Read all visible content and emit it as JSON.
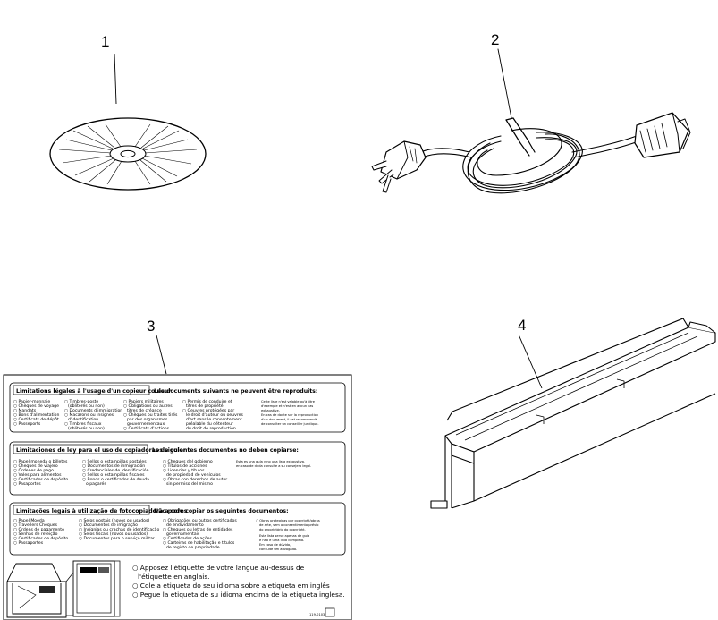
{
  "callouts": {
    "cd": "1",
    "power_cord": "2",
    "label_sheet": "3",
    "bracket": "4"
  },
  "label_sheet": {
    "section_fr": {
      "title": "Limitations légales à l'usage d'un copieur couleur",
      "subtitle": "Les documents suivants ne peuvent être reproduits:",
      "col1": [
        "○ Papier-monnaie",
        "○ Chèques de voyage",
        "○ Mandats",
        "○ Bons d'alimentation",
        "○ Certificats de dépôt",
        "○ Passeports"
      ],
      "col2": [
        "○ Timbres-poste",
        "(oblitérés ou non)",
        "○ Documents d'immigration",
        "○ Macarons ou insignes",
        "d'identification",
        "○ Timbres fiscaux",
        "(oblitérés ou non)"
      ],
      "col3": [
        "○ Papiers militaires",
        "○ Obligations ou autres",
        "titres de créance",
        "○ Chèques ou traites tirés",
        "par des organismes",
        "gouvernementaux",
        "○ Certificats d'actions"
      ],
      "col4": [
        "○ Permis de conduire et",
        "titres de propriété",
        "○ Oeuvres protégées par",
        "le droit d'auteur ou oeuvres",
        "d'art sans le consentement",
        "préalable du détenteur",
        "du droit de reproduction"
      ],
      "col5": [
        "Cette liste n'est valable qu'à titre",
        "d'exemple et n'est en aucun cas",
        "exhaustive.",
        "En cas de doute sur la reproduction",
        "d'un document, il est recommandé",
        "de consulter un conseiller juridique."
      ]
    },
    "section_es": {
      "title": "Limitaciones de ley para el uso de copiadoras de color",
      "subtitle": "Los siguientes documentos no deben copiarse:",
      "col1": [
        "○ Papel moneda o billetes",
        "○ Cheques de viajero",
        "○ Órdenes de pago",
        "○ Vales para alimentos",
        "○ Certificados de depósito",
        "○ Pasaportes"
      ],
      "col2": [
        "○ Sellos o estampillas postales",
        "○ Documentos de inmigración",
        "○ Credenciales de identificación",
        "○ Sellos o estampillas fiscales",
        "○ Bonos o certificados de deuda",
        "o pagarés"
      ],
      "col3": [
        "○ Cheques del gobierno",
        "○ Títulos de acciones",
        "○ Licencias y títulos",
        "de propiedad de vehículos",
        "○ Obras con derechos de autor",
        "sin permiso del mismo"
      ],
      "col4": [
        "Esta es una guía y no una lista exhaustiva,",
        "en caso de duda consulte a su consejero legal."
      ]
    },
    "section_pt": {
      "title": "Limitações legais à utilização de fotocopiadora a cores",
      "subtitle": "Não pode copiar os seguintes documentos:",
      "col1": [
        "○ Papel Moeda",
        "○ Travellers Cheques",
        "○ Ordens de pagamento",
        "○ Senhas de refeição",
        "○ Certificados de depósito",
        "○ Passaportes"
      ],
      "col2": [
        "○ Selos postais (novos ou usados)",
        "○ Documentos de imigração",
        "○ Insígnias ou crachás de identificação",
        "○ Selos fiscais (novos ou usados)",
        "○ Documentos para o serviço militar"
      ],
      "col3": [
        "○ Obrigações ou outros certificados",
        "de endividamento",
        "○ Cheques ou letras de entidades",
        "governamentais",
        "○ Certificados de ações",
        "○ Carteiras de habilitação e títulos",
        "de registo de propriedade"
      ],
      "col4": [
        "○ Obras protegidas por copyright/obras",
        "de arte, sem o consentimento prévio",
        "do proprietário do copyright.",
        "Esta lista serve apenas de guia",
        "e não é uma lista completa.",
        "Em caso de dúvida,",
        "consulte um advogado."
      ]
    },
    "instructions": [
      "○ Apposez l'étiquette de votre langue au-dessus de",
      "l'étiquette en anglais.",
      "○ Cole a etiqueta do seu idioma sobre a etiqueta em inglês",
      "○ Pegue la etiqueta de su idioma encima de la etiqueta inglesa."
    ],
    "part_code": "119-0103"
  }
}
